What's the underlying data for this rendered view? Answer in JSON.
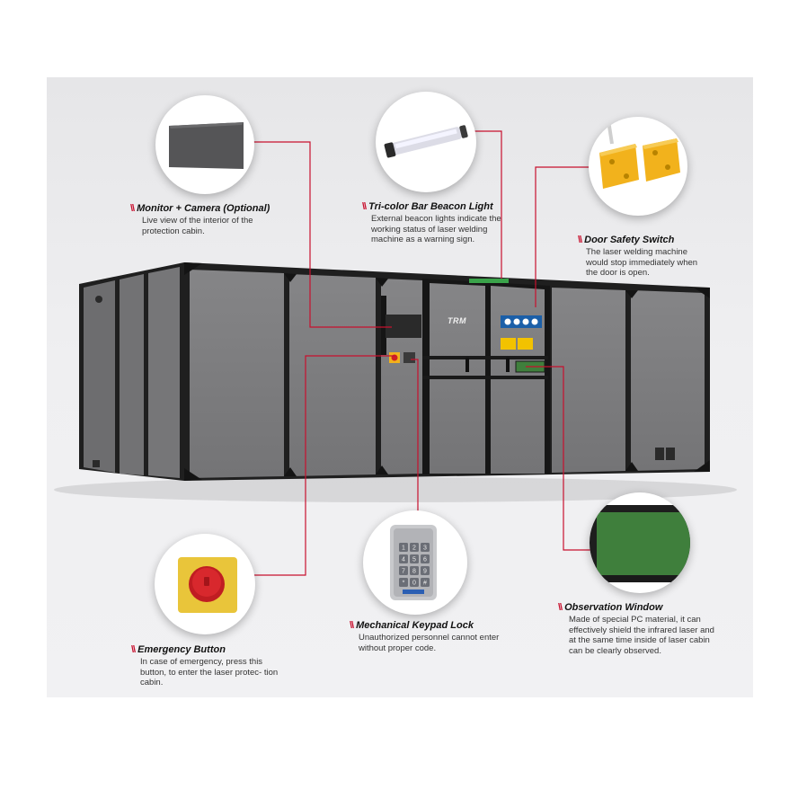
{
  "brand_logo": "TRM",
  "callouts": {
    "monitor": {
      "title": "Monitor + Camera (Optional)",
      "desc": "Live view of the interior of the protection cabin.",
      "icon": "monitor-icon"
    },
    "beacon": {
      "title": "Tri-color Bar Beacon Light",
      "desc": "External beacon lights indicate the working status of laser welding machine as a warning sign.",
      "icon": "beacon-light-icon"
    },
    "door_switch": {
      "title": "Door Safety Switch",
      "desc": "The laser welding machine would stop immediately when the door is open.",
      "icon": "safety-switch-icon"
    },
    "emergency": {
      "title": "Emergency Button",
      "desc": "In case of emergency, press this button, to enter the laser protec- tion cabin.",
      "icon": "emergency-button-icon"
    },
    "keypad": {
      "title": "Mechanical Keypad Lock",
      "desc": "Unauthorized personnel cannot enter without proper code.",
      "icon": "keypad-lock-icon",
      "keys": [
        "1",
        "2",
        "3",
        "4",
        "5",
        "6",
        "7",
        "8",
        "9",
        "*",
        "0",
        "#"
      ]
    },
    "window": {
      "title": "Observation Window",
      "desc": "Made of special PC material, it can effectively shield the infrared laser and at the same time inside of laser cabin can be clearly observed.",
      "icon": "observation-window-icon"
    }
  },
  "colors": {
    "accent": "#c8102e",
    "panel": "#7e7e80",
    "frame": "#1f1f1f",
    "window_green": "#3f7f3c",
    "switch_yellow": "#f2b21c",
    "button_red": "#d11f24"
  }
}
